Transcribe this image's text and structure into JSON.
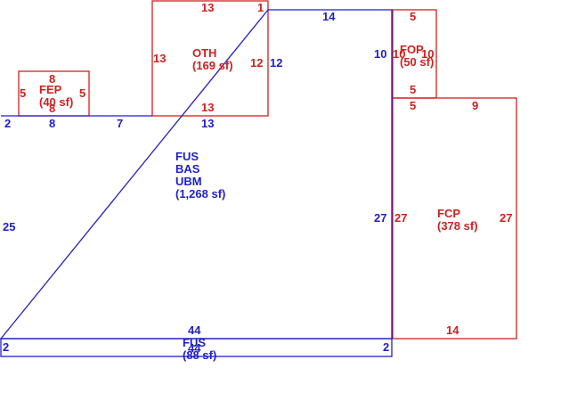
{
  "colors": {
    "blue": "#1f1fc8",
    "red": "#d11f1f",
    "background": "#ffffff"
  },
  "areas": {
    "fus_main": {
      "lines": [
        "FUS",
        "BAS",
        "UBM"
      ],
      "area": "(1,268 sf)"
    },
    "oth": {
      "name": "OTH",
      "area": "(169 sf)"
    },
    "fep": {
      "name": "FEP",
      "area": "(40 sf)"
    },
    "fop": {
      "name": "FOP",
      "area": "(50 sf)"
    },
    "fcp": {
      "name": "FCP",
      "area": "(378 sf)"
    },
    "fus_bottom": {
      "name": "FUS",
      "area": "(88 sf)"
    }
  },
  "dimensions": {
    "fus_left": "25",
    "fus_bottom": "44",
    "fus_right": "27",
    "fus_top_left": "2",
    "fus_top_a": "8",
    "fus_top_b": "7",
    "fus_top_c": "13",
    "fus_top_d": "14",
    "fus_right_upper": "10",
    "fus_right_upper_b": "12",
    "oth_top": "13",
    "oth_left": "13",
    "oth_right": "12",
    "oth_bottom": "13",
    "oth_corner": "1",
    "fep_top": "8",
    "fep_left": "5",
    "fep_right": "5",
    "fep_bottom": "8",
    "fop_top": "5",
    "fop_left": "10",
    "fop_right": "10",
    "fop_bottom": "5",
    "fcp_top_left": "5",
    "fcp_top_right": "9",
    "fcp_left": "27",
    "fcp_right": "27",
    "fcp_bottom": "14",
    "fus2_left": "2",
    "fus2_right": "2",
    "fus2_bottom": "44"
  }
}
